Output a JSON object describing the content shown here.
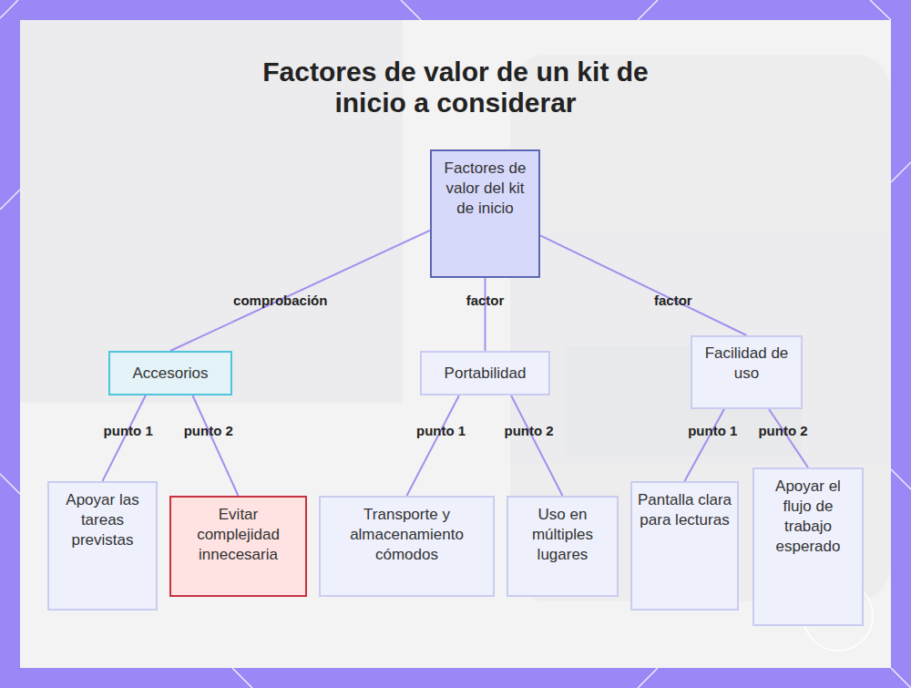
{
  "diagram": {
    "title": "Factores de valor de un kit de inicio a considerar",
    "nodes": [
      {
        "text": [
          "Factores de valor del kit de inicio"
        ]
      },
      {
        "text": [
          "Accesorios"
        ]
      },
      {
        "text": [
          "Portabilidad"
        ]
      },
      {
        "text": [
          "Facilidad de uso"
        ]
      },
      {
        "text": [
          "Apoyar las tareas previstas"
        ]
      },
      {
        "text": [
          "Evitar complejidad innecesaria"
        ]
      },
      {
        "text": [
          "Transporte y almacenamiento cómodos"
        ]
      },
      {
        "text": [
          "Uso en múltiples lugares"
        ]
      },
      {
        "text": [
          "Pantalla clara para lecturas"
        ]
      },
      {
        "text": [
          "Apoyar el flujo de trabajo esperado"
        ]
      }
    ],
    "edges": [
      {
        "from": 0,
        "to": 1,
        "label": "comprobación",
        "arrow": "none"
      },
      {
        "from": 0,
        "to": 2,
        "label": "factor",
        "arrow": "none"
      },
      {
        "from": 0,
        "to": 3,
        "label": "factor",
        "arrow": "none"
      },
      {
        "from": 1,
        "to": 4,
        "label": "punto 1",
        "arrow": "none"
      },
      {
        "from": 1,
        "to": 5,
        "label": "punto 2",
        "arrow": "none"
      },
      {
        "from": 2,
        "to": 6,
        "label": "punto 1",
        "arrow": "none"
      },
      {
        "from": 2,
        "to": 7,
        "label": "punto 2",
        "arrow": "none"
      },
      {
        "from": 3,
        "to": 8,
        "label": "punto 1",
        "arrow": "none"
      },
      {
        "from": 3,
        "to": 9,
        "label": "punto 2",
        "arrow": "none"
      }
    ]
  }
}
